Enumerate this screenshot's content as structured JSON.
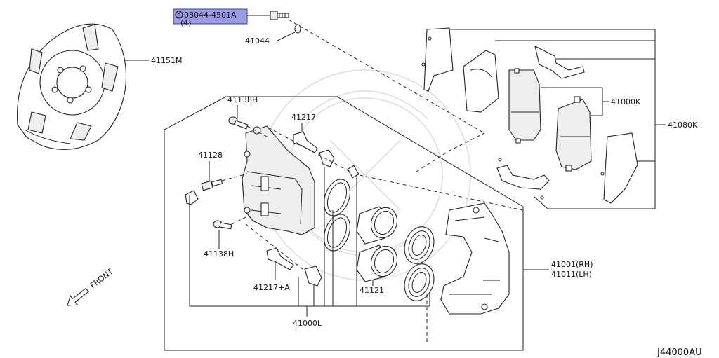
{
  "diagram": {
    "code": "J44000AU",
    "front_label": "FRONT",
    "highlight": {
      "part_no": "08044-4501A",
      "qty": "(4)",
      "marker": "B",
      "color": "#8b8be0"
    },
    "labels": {
      "p41151m": "41151M",
      "p41044": "41044",
      "p41000k": "41000K",
      "p41080k": "41080K",
      "p41138h_top": "41138H",
      "p41217": "41217",
      "p41128": "41128",
      "p41138h_bottom": "41138H",
      "p41217a": "41217+A",
      "p41121": "41121",
      "p41000l": "41000L",
      "p41001": "41001(RH)",
      "p41011": "41011(LH)"
    }
  }
}
